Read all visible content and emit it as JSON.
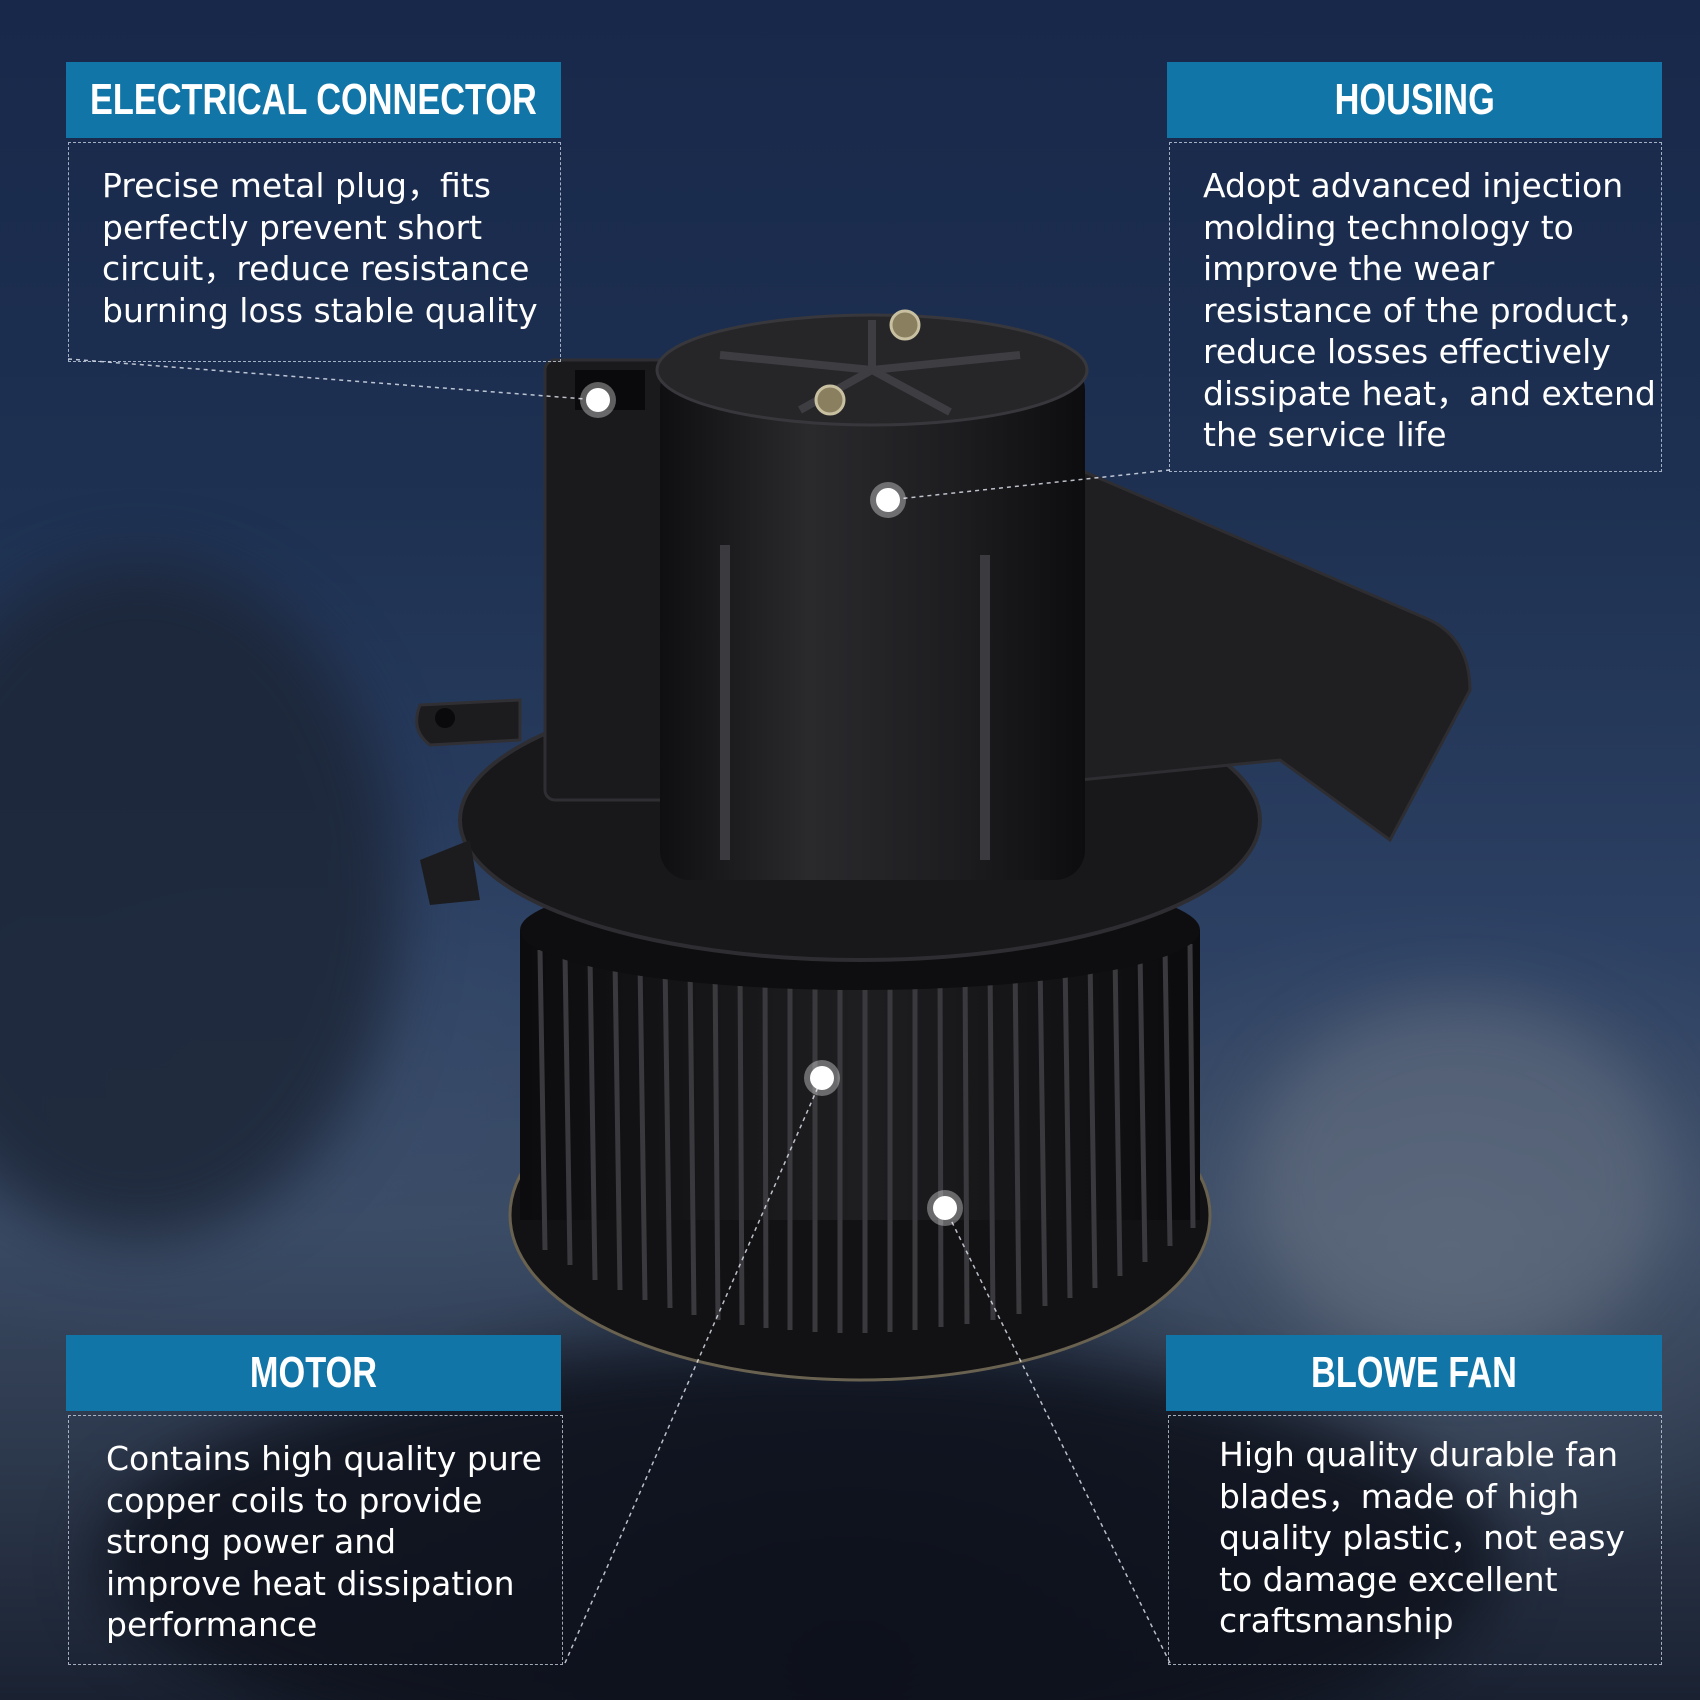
{
  "callouts": {
    "electrical_connector": {
      "title": "ELECTRICAL CONNECTOR",
      "text": "Precise metal plug，fits\nperfectly prevent short\ncircuit，reduce resistance\nburning loss stable quality"
    },
    "housing": {
      "title": "HOUSING",
      "text": "Adopt advanced injection\nmolding technology to\nimprove the wear\nresistance of the product，\nreduce losses effectively\ndissipate heat，and extend\nthe service life"
    },
    "motor": {
      "title": "MOTOR",
      "text": "Contains high quality pure\ncopper coils to provide\nstrong power and\nimprove heat dissipation\nperformance"
    },
    "blower_fan": {
      "title": "BLOWE FAN",
      "text": "High quality durable fan\nblades，made of high\nquality plastic，not easy\nto damage excellent\ncraftsmanship"
    }
  },
  "colors": {
    "header_blue": "#1176a7",
    "background_navy": "#1e3152",
    "product_black": "#1b1b1d"
  },
  "product": "blower-motor-illustration"
}
